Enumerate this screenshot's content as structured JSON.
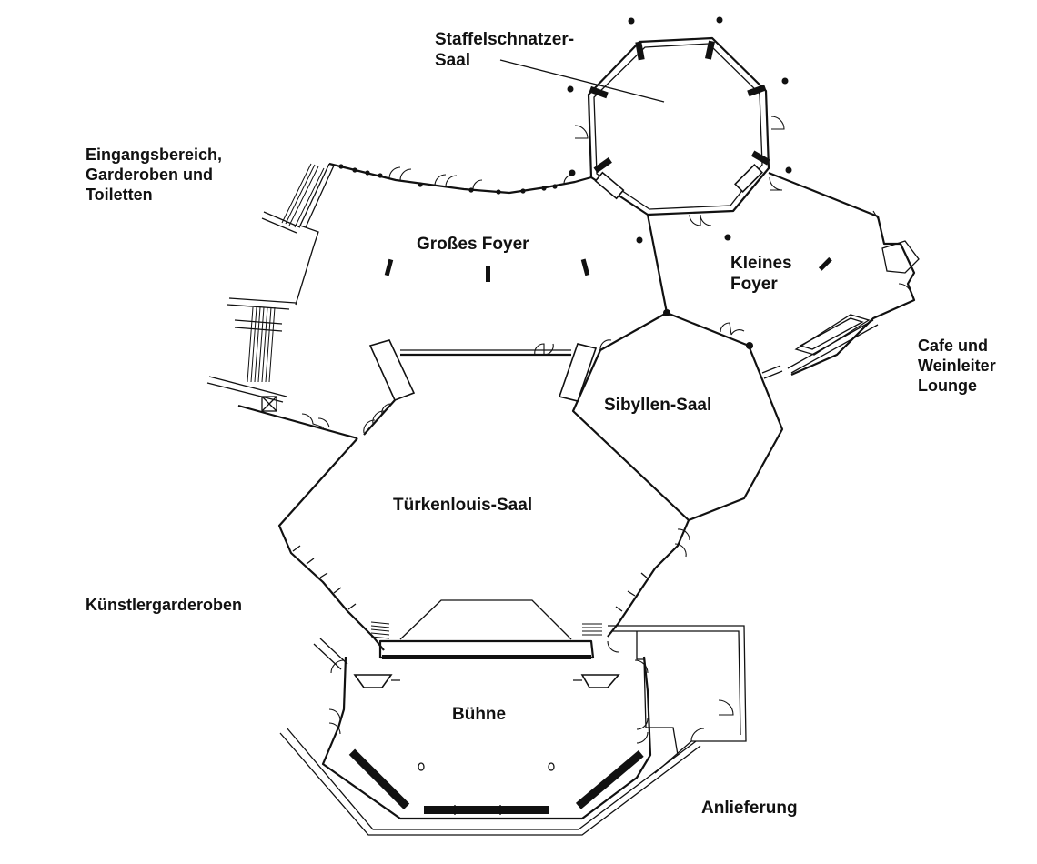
{
  "rooms": {
    "staffelschnatzer": [
      "Staffelschnatzer-",
      "Saal"
    ],
    "grosses_foyer": "Großes Foyer",
    "kleines_foyer": [
      "Kleines",
      "Foyer"
    ],
    "sibyllen": "Sibyllen-Saal",
    "tuerkenlouis": "Türkenlouis-Saal",
    "buehne": "Bühne"
  },
  "areas": {
    "eingang": [
      "Eingangsbereich,",
      "Garderoben und",
      "Toiletten"
    ],
    "cafe": [
      "Cafe und",
      "Weinleiter",
      "Lounge"
    ],
    "kuenstler": "Künstlergarderoben",
    "anlieferung": "Anlieferung"
  }
}
